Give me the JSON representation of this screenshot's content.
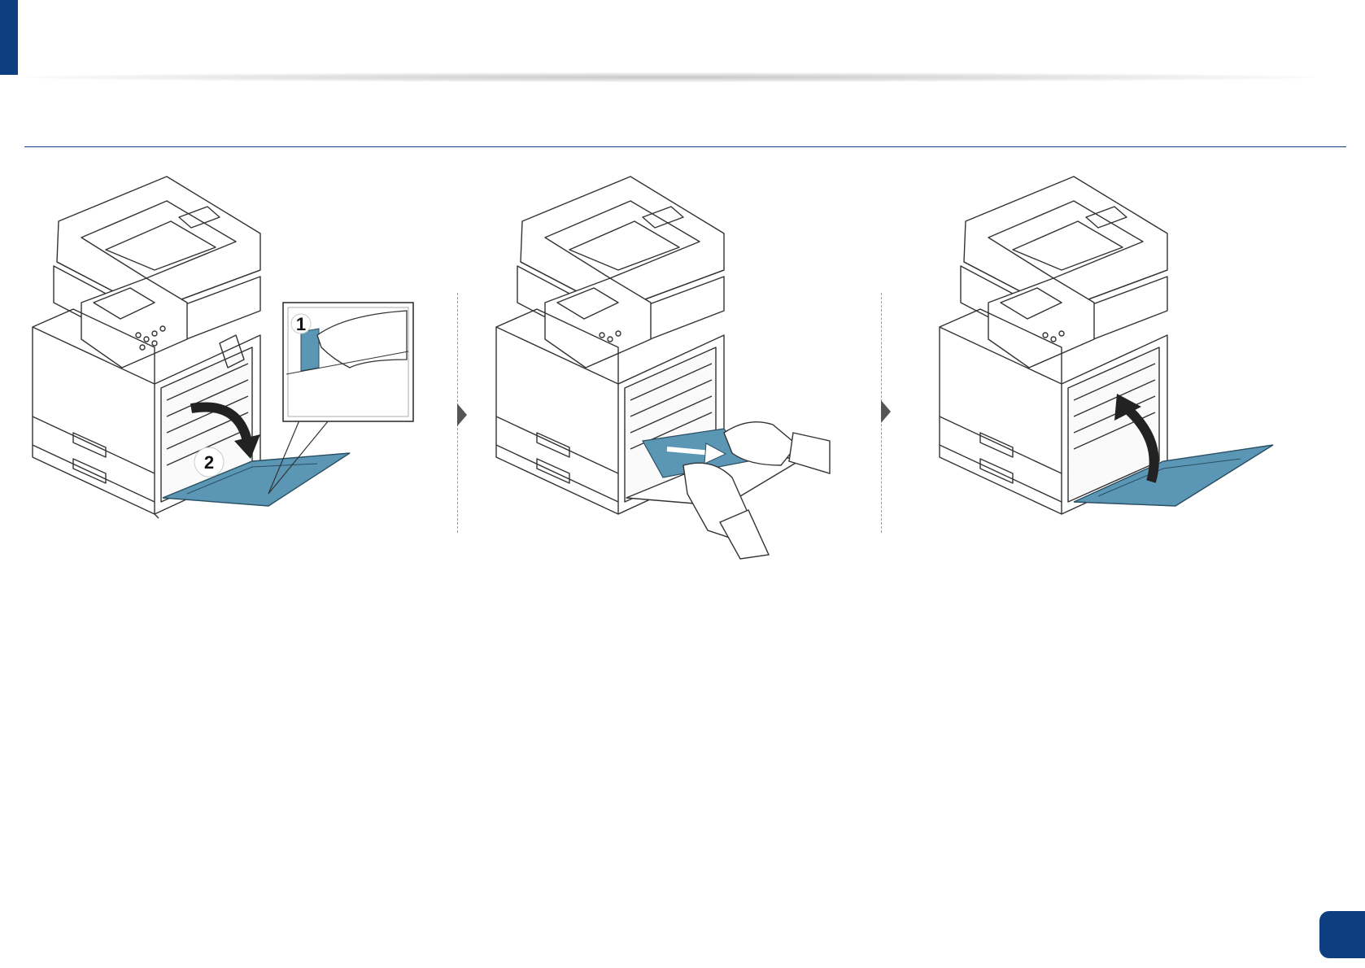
{
  "page": {
    "page_number": "",
    "accent_color": "#0d3f80",
    "highlight_color": "#5b97b4"
  },
  "steps": [
    {
      "callouts": [
        "1",
        "2"
      ],
      "action": "open-rear-cover"
    },
    {
      "callouts": [],
      "action": "remove-jammed-paper"
    },
    {
      "callouts": [],
      "action": "close-rear-cover"
    }
  ]
}
